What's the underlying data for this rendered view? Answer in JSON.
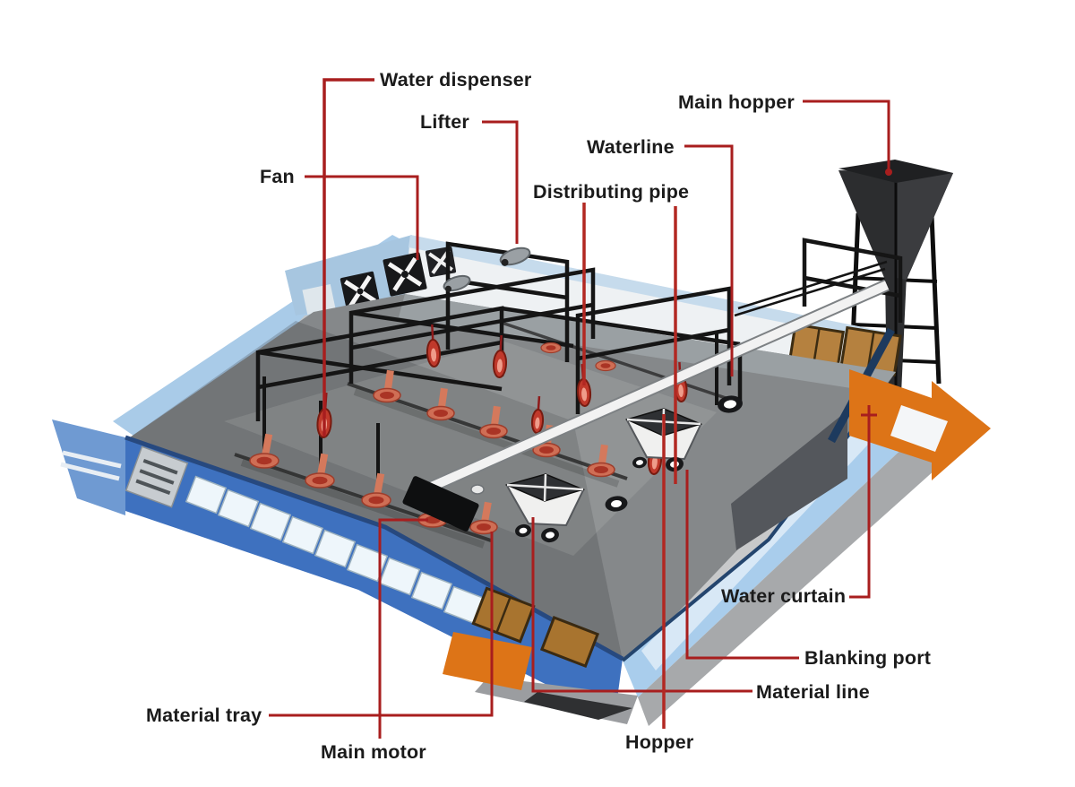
{
  "diagram": {
    "type": "labeled-equipment-diagram",
    "subject": "Poultry house feeding system cutaway",
    "labels": {
      "water_dispenser": "Water dispenser",
      "lifter": "Lifter",
      "fan": "Fan",
      "distributing_pipe": "Distributing pipe",
      "waterline": "Waterline",
      "main_hopper": "Main hopper",
      "water_curtain": "Water curtain",
      "blanking_port": "Blanking port",
      "material_line": "Material line",
      "hopper": "Hopper",
      "main_motor": "Main motor",
      "material_tray": "Material tray"
    },
    "colors": {
      "leader_line": "#a81e1e",
      "leader_line_bright": "#b22822",
      "label_text": "#1b1b1b",
      "building_front_wall_blue": "#3e71bf",
      "roof_band_blue": "#a9cbe8",
      "right_wall_light_blue": "#a9cdec",
      "back_wall_white": "#eef1f3",
      "floor_gray": "#85888a",
      "water_curtain_orange": "#dd7417",
      "equipment_black": "#151515",
      "material_tray_salmon": "#cf6e55",
      "hopper_body_white": "#f0f0ef",
      "main_hopper_dark": "#2c2d2f",
      "background": "#ffffff"
    }
  }
}
